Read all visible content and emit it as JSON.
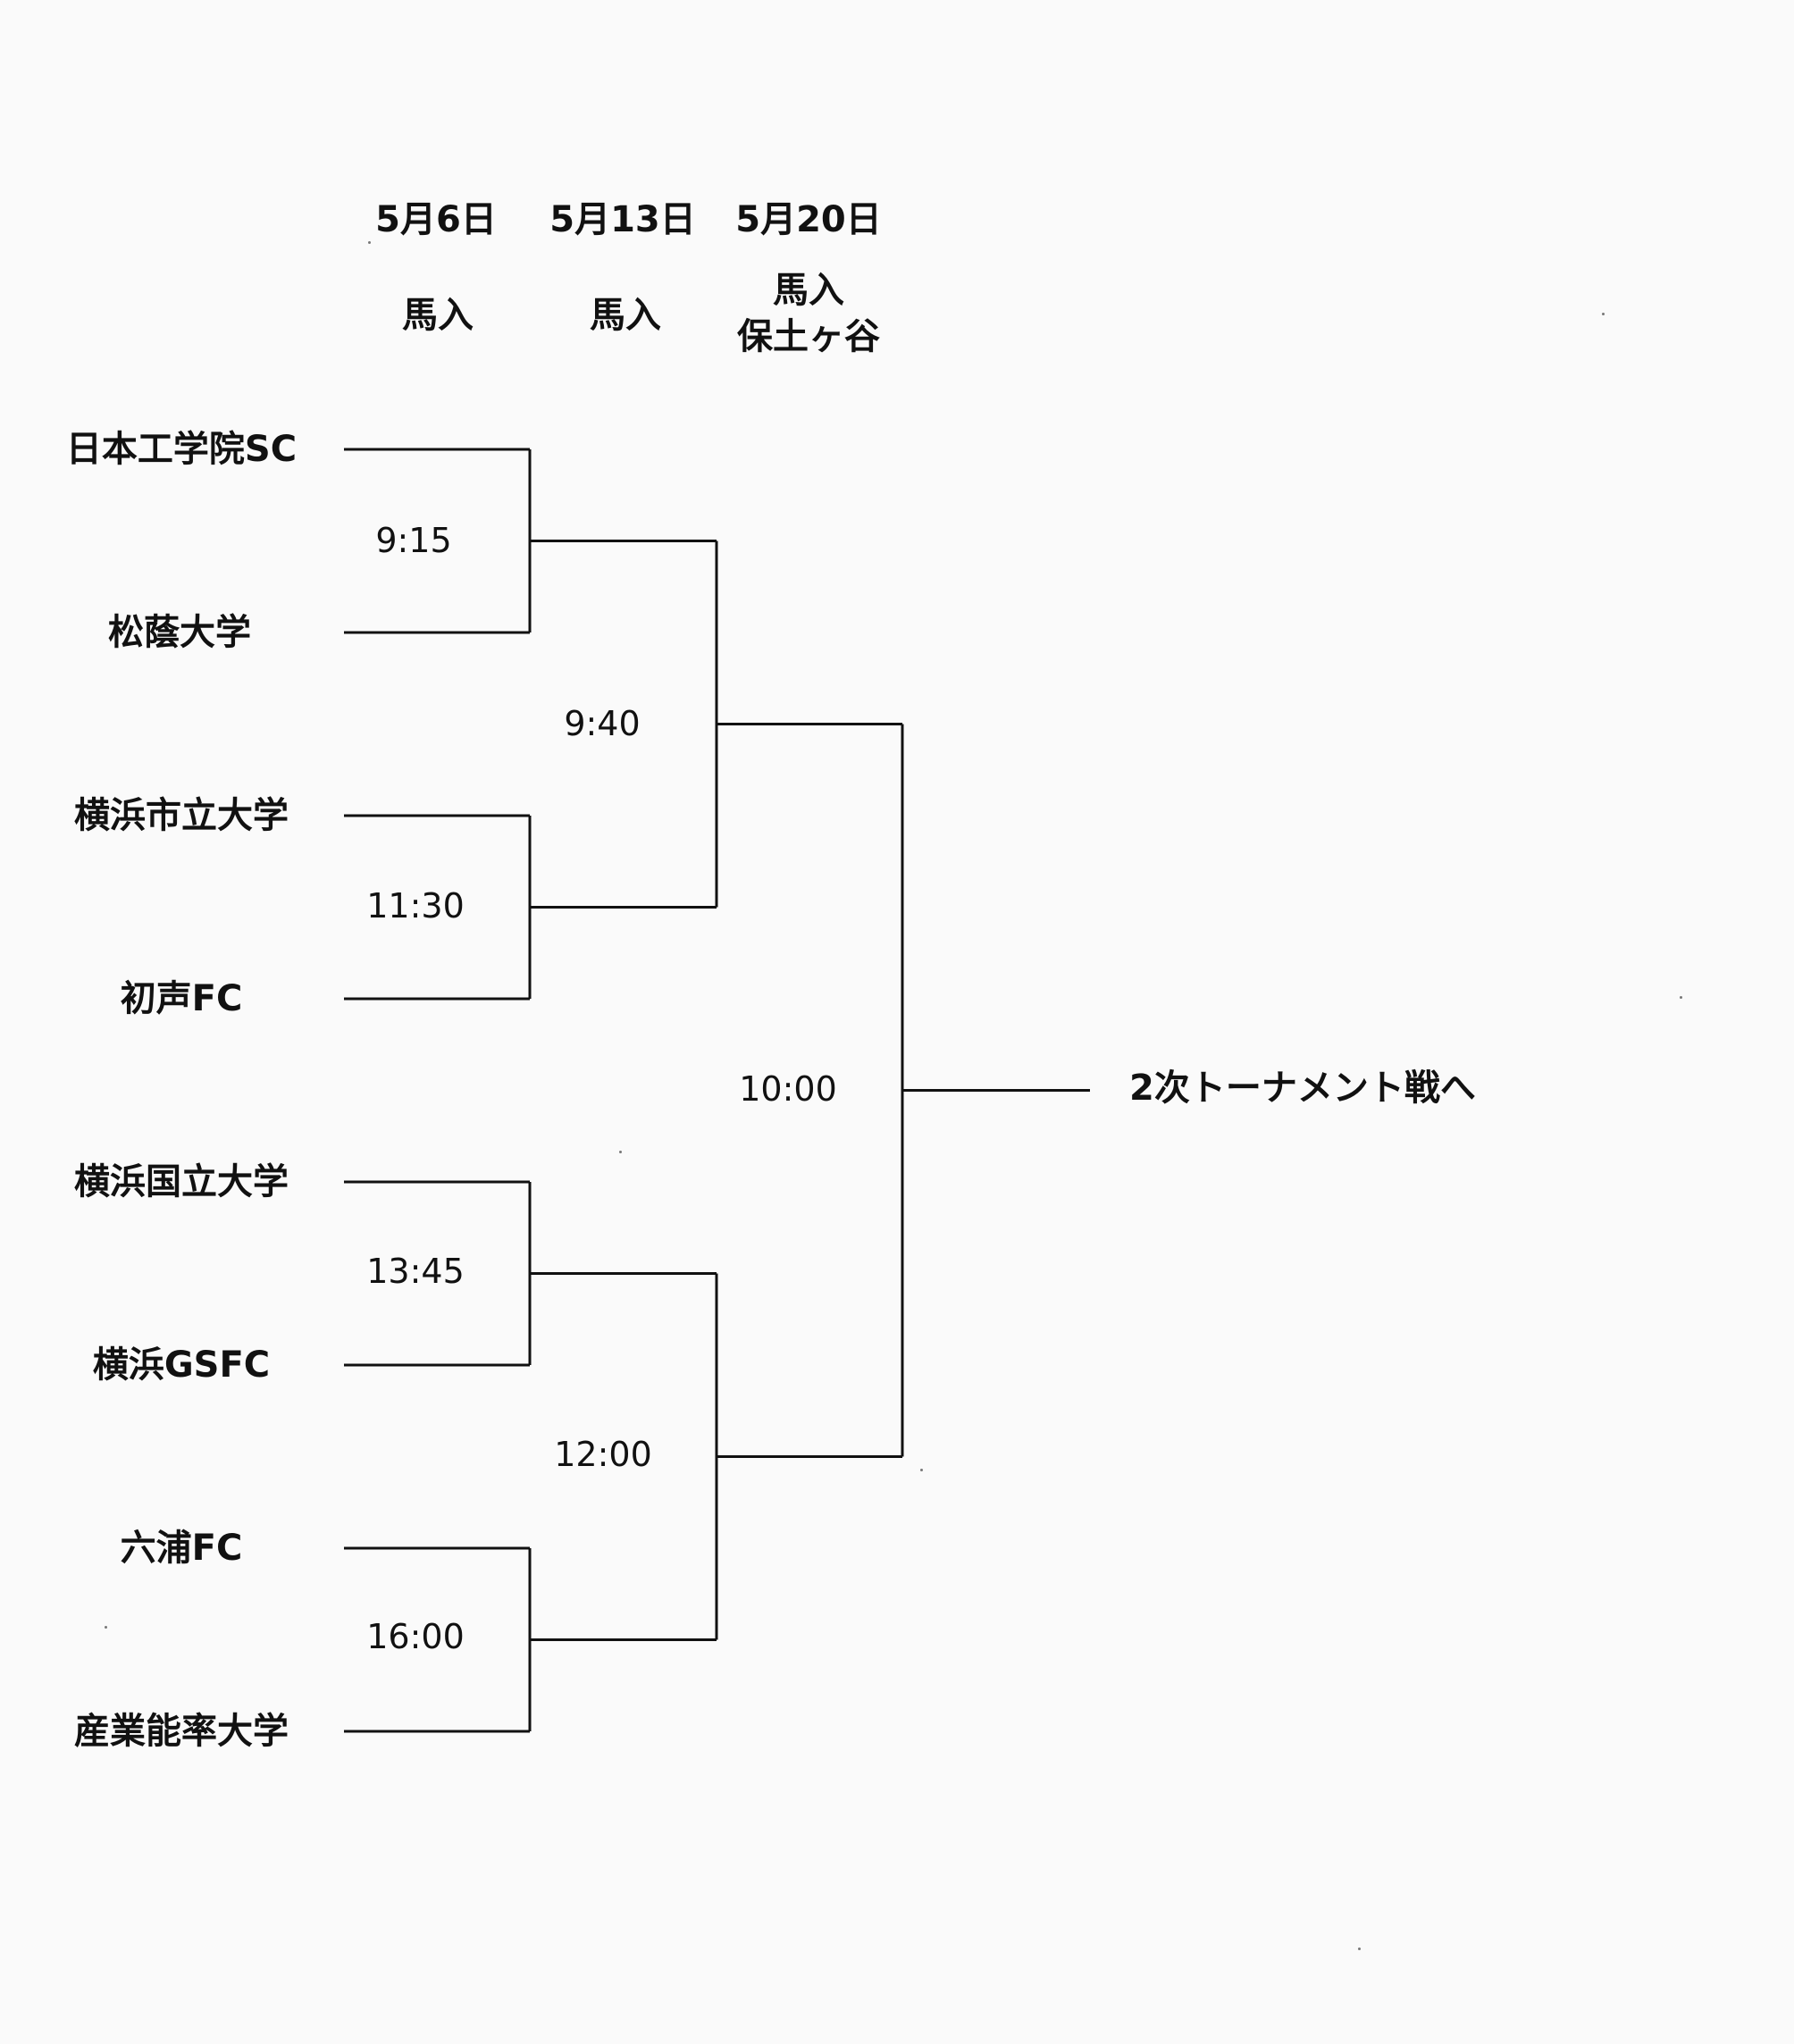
{
  "rounds": [
    {
      "date": "5月6日",
      "venue_lines": [
        "馬入"
      ]
    },
    {
      "date": "5月13日",
      "venue_lines": [
        "馬入"
      ]
    },
    {
      "date": "5月20日",
      "venue_lines": [
        "馬入",
        "保土ヶ谷"
      ]
    }
  ],
  "teams": [
    "日本工学院SC",
    "松蔭大学",
    "横浜市立大学",
    "初声FC",
    "横浜国立大学",
    "横浜GSFC",
    "六浦FC",
    "産業能率大学"
  ],
  "round1_times": [
    "9:15",
    "11:30",
    "13:45",
    "16:00"
  ],
  "round2_times": [
    "9:40",
    "12:00"
  ],
  "round3_time": "10:00",
  "advance_label": "2次トーナメント戦へ",
  "colors": {
    "line": "#111111",
    "background": "#fafafa"
  }
}
